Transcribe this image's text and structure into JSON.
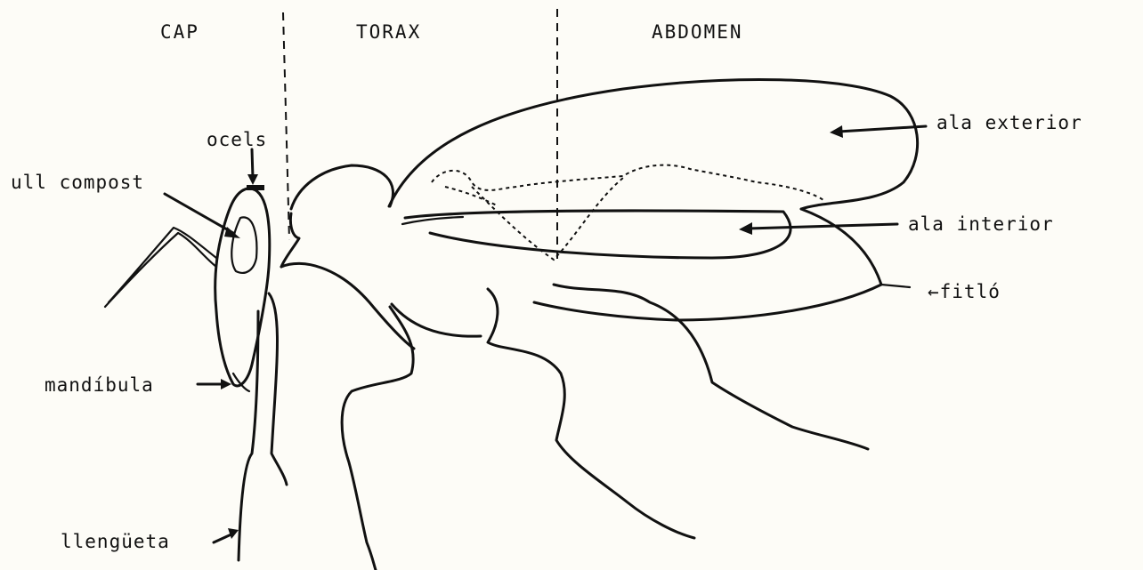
{
  "sections": {
    "head": "CAP",
    "thorax": "TORAX",
    "abdomen": "ABDOMEN"
  },
  "labels": {
    "simple_eyes": "ocels",
    "compound_eye": "ull compost",
    "mandible": "mandíbula",
    "tongue": "llengüeta",
    "outer_wing": "ala exterior",
    "inner_wing": "ala interior",
    "stinger": "←fitló"
  }
}
